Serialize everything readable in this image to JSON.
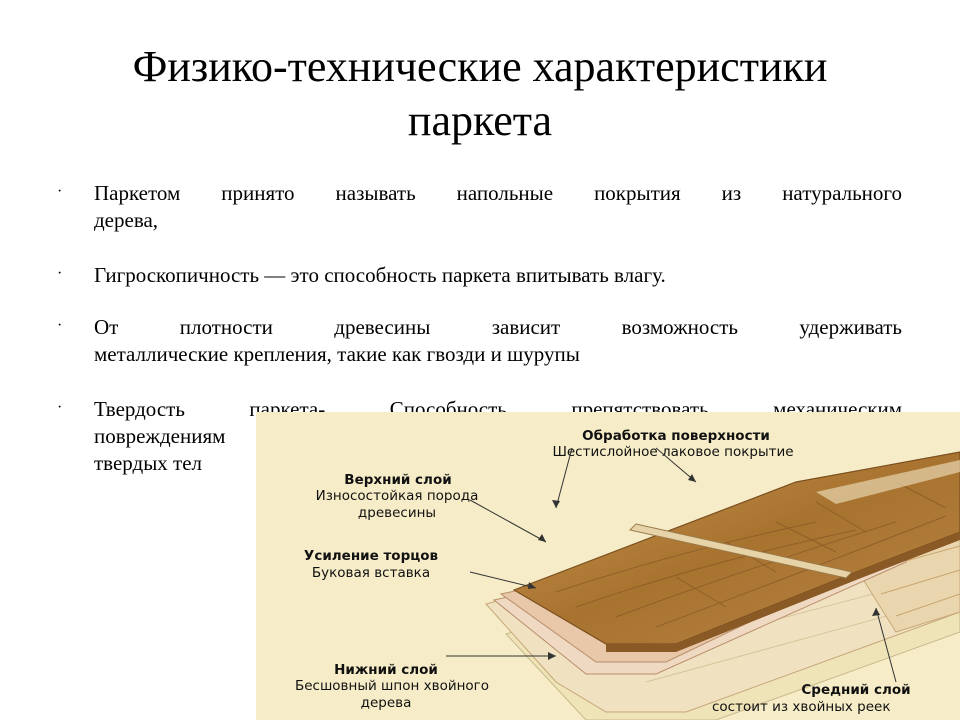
{
  "title_line1": "Физико-технические характеристики",
  "title_line2": "паркета",
  "bullets": [
    {
      "marker": "·",
      "line1": " Паркетом принято называть напольные покрытия из натурального",
      "line2": "дерева,"
    },
    {
      "marker": "·",
      "line1": "Гигроскопичность — это способность паркета впитывать влагу."
    },
    {
      "marker": "·",
      "line1": "От плотности древесины зависит возможность удерживать",
      "line2": "металлические крепления, такие как гвозди и шурупы"
    },
    {
      "marker": "·",
      "line1": "Твердость паркета- Способность препятствовать механическим",
      "line2": "повреждениям",
      "line3": "твердых тел"
    }
  ],
  "figure": {
    "labels": {
      "surface_title": "Обработка поверхности",
      "surface_desc": "Шестислойное лаковое покрытие",
      "top_title": "Верхний слой",
      "top_desc1": "Износостойкая порода",
      "top_desc2": "древесины",
      "ends_title": "Усиление торцов",
      "ends_desc": "Буковая вставка",
      "bottom_title": "Нижний слой",
      "bottom_desc1": "Бесшовный шпон хвойного",
      "bottom_desc2": "дерева",
      "middle_title": "Средний слой",
      "middle_desc": "состоит из хвойных реек"
    },
    "colors": {
      "background": "#f6edc8",
      "top_wood": "#b07a3a",
      "top_wood_dark": "#8a5a26",
      "plywood_light": "#f1dfc8",
      "plywood_mid": "#e7c9a6",
      "bottom_veneer": "#efe0b0"
    }
  }
}
